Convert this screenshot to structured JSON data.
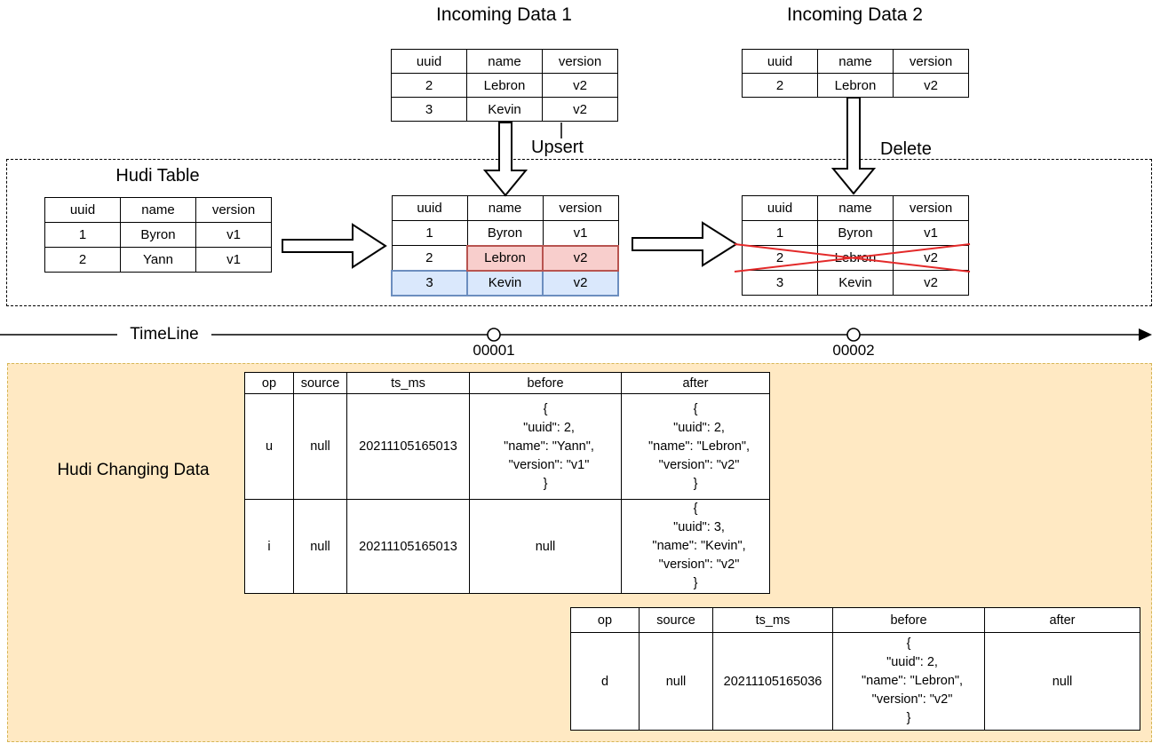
{
  "titles": {
    "incoming1": "Incoming Data 1",
    "incoming2": "Incoming Data 2",
    "hudi_table": "Hudi Table",
    "changing": "Hudi Changing Data"
  },
  "operations": {
    "upsert": "Upsert",
    "delete": "Delete"
  },
  "timeline": {
    "label": "TimeLine",
    "commits": [
      "00001",
      "00002"
    ]
  },
  "colors": {
    "updated_row_fill": "#f8cecc",
    "updated_row_border": "#b85450",
    "inserted_row_fill": "#dae8fc",
    "inserted_row_border": "#6c8ebf",
    "delete_cross": "#e32929",
    "changing_section_fill": "#ffe9c3",
    "changing_section_border": "#d6b656"
  },
  "tables": {
    "incoming1": {
      "headers": [
        "uuid",
        "name",
        "version"
      ],
      "rows": [
        [
          "2",
          "Lebron",
          "v2"
        ],
        [
          "3",
          "Kevin",
          "v2"
        ]
      ]
    },
    "incoming2": {
      "headers": [
        "uuid",
        "name",
        "version"
      ],
      "rows": [
        [
          "2",
          "Lebron",
          "v2"
        ]
      ]
    },
    "hudi_initial": {
      "headers": [
        "uuid",
        "name",
        "version"
      ],
      "rows": [
        [
          "1",
          "Byron",
          "v1"
        ],
        [
          "2",
          "Yann",
          "v1"
        ]
      ]
    },
    "hudi_after_upsert": {
      "headers": [
        "uuid",
        "name",
        "version"
      ],
      "rows": [
        [
          "1",
          "Byron",
          "v1"
        ],
        [
          "2",
          "Lebron",
          "v2"
        ],
        [
          "3",
          "Kevin",
          "v2"
        ]
      ]
    },
    "hudi_after_delete": {
      "headers": [
        "uuid",
        "name",
        "version"
      ],
      "rows": [
        [
          "1",
          "Byron",
          "v1"
        ],
        [
          "2",
          "Lebron",
          "v2"
        ],
        [
          "3",
          "Kevin",
          "v2"
        ]
      ]
    },
    "cdc1": {
      "headers": [
        "op",
        "source",
        "ts_ms",
        "before",
        "after"
      ],
      "rows": [
        [
          "u",
          "null",
          "20211105165013",
          "{\n  \"uuid\": 2,\n  \"name\": \"Yann\",\n  \"version\": \"v1\"\n}",
          "{\n  \"uuid\": 2,\n  \"name\": \"Lebron\",\n  \"version\": \"v2\"\n}"
        ],
        [
          "i",
          "null",
          "20211105165013",
          "null",
          "{\n  \"uuid\": 3,\n  \"name\": \"Kevin\",\n  \"version\": \"v2\"\n}"
        ]
      ]
    },
    "cdc2": {
      "headers": [
        "op",
        "source",
        "ts_ms",
        "before",
        "after"
      ],
      "rows": [
        [
          "d",
          "null",
          "20211105165036",
          "{\n  \"uuid\": 2,\n  \"name\": \"Lebron\",\n  \"version\": \"v2\"\n}",
          "null"
        ]
      ]
    }
  }
}
